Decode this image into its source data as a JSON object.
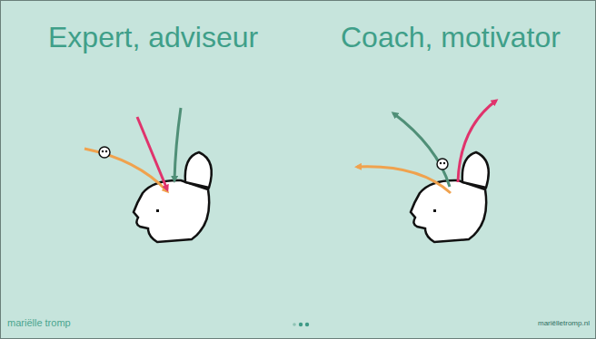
{
  "diagram": {
    "labels": [
      "Expert, adviseur",
      "Coach, motivator",
      "mariëlle tromp",
      "mariëlletromp.nl"
    ]
  }
}
